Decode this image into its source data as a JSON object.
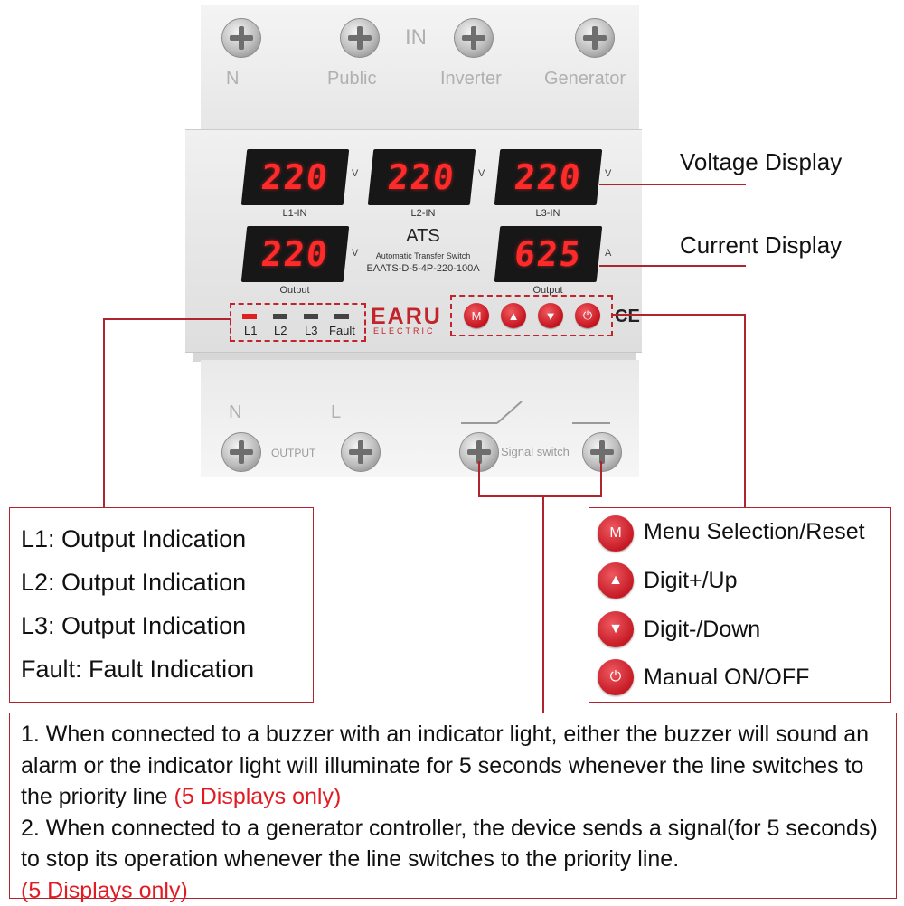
{
  "device": {
    "in_label": "IN",
    "top_terminals": [
      "N",
      "Public",
      "Inverter",
      "Generator"
    ],
    "bottom_terminals": {
      "n": "N",
      "l": "L",
      "output": "OUTPUT",
      "signal": "Signal switch"
    },
    "displays": [
      {
        "value": "220",
        "unit": "V",
        "caption": "L1-IN"
      },
      {
        "value": "220",
        "unit": "V",
        "caption": "L2-IN"
      },
      {
        "value": "220",
        "unit": "V",
        "caption": "L3-IN"
      },
      {
        "value": "220",
        "unit": "V",
        "caption": "Output"
      },
      {
        "value": "625",
        "unit": "A",
        "caption": "Output"
      }
    ],
    "center": {
      "title": "ATS",
      "subtitle": "Automatic Transfer Switch",
      "model": "EAATS-D-5-4P-220-100A"
    },
    "brand": {
      "name": "EARU",
      "sub": "ELECTRIC"
    },
    "ce_mark": "CE",
    "leds": [
      {
        "label": "L1",
        "color": "#e02020"
      },
      {
        "label": "L2",
        "color": "#444444"
      },
      {
        "label": "L3",
        "color": "#444444"
      },
      {
        "label": "Fault",
        "color": "#444444"
      }
    ],
    "panel_buttons": [
      {
        "icon": "m-icon",
        "glyph": "M"
      },
      {
        "icon": "up-triangle-icon",
        "glyph": "▲"
      },
      {
        "icon": "down-triangle-icon",
        "glyph": "▼"
      },
      {
        "icon": "power-icon",
        "glyph": "⏻"
      }
    ]
  },
  "callouts": {
    "voltage": "Voltage Display",
    "current": "Current Display"
  },
  "led_legend": [
    "L1: Output Indication",
    "L2: Output Indication",
    "L3: Output Indication",
    "Fault: Fault Indication"
  ],
  "button_legend": [
    {
      "glyph": "M",
      "label": "Menu Selection/Reset"
    },
    {
      "glyph": "▲",
      "label": "Digit+/Up"
    },
    {
      "glyph": "▼",
      "label": "Digit-/Down"
    },
    {
      "glyph": "⏻",
      "label": "Manual ON/OFF"
    }
  ],
  "notes": {
    "note1": "1. When connected to a buzzer with an indicator light, either the buzzer will sound an alarm or the indicator light will illuminate for 5 seconds whenever the line switches to the priority line",
    "note1_red": "(5 Displays only)",
    "note2": "2. When connected to a generator controller, the device sends a signal(for 5 seconds) to stop its operation whenever the line switches to the priority line.",
    "note2_red": "(5 Displays only)"
  },
  "colors": {
    "accent": "#c2242b",
    "button_red": "#d0202a",
    "segment_red": "#ff2a2a"
  }
}
